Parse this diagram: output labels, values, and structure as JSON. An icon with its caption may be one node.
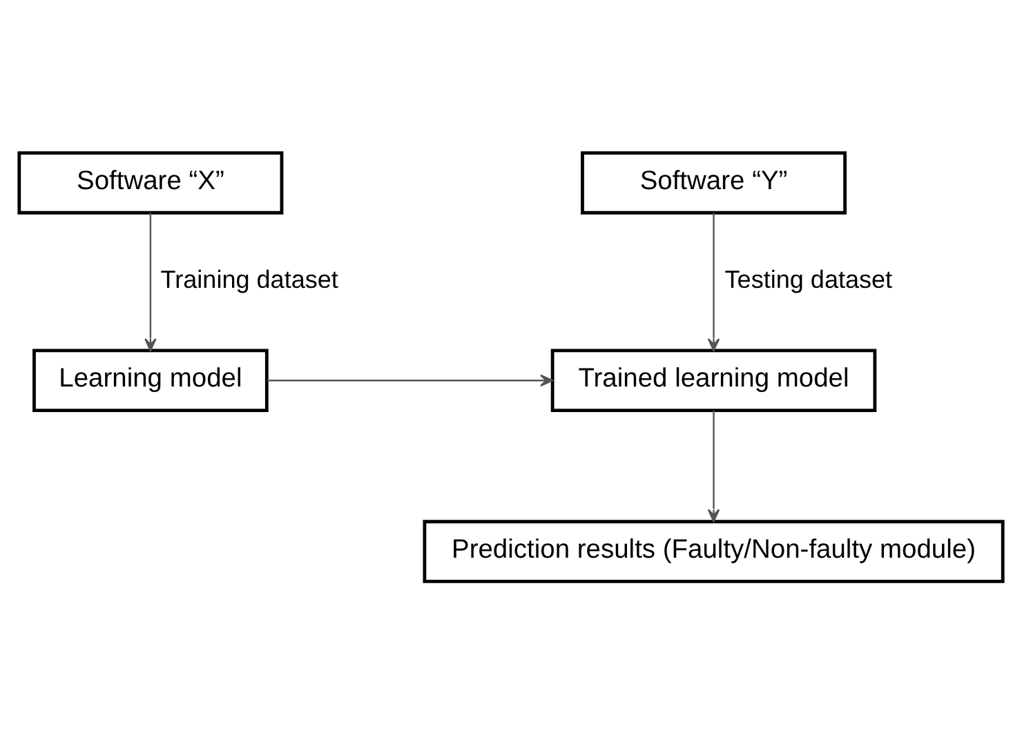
{
  "diagram": {
    "nodes": [
      {
        "text": [
          "Software “X”"
        ]
      },
      {
        "text": [
          "Software “Y”"
        ]
      },
      {
        "text": [
          "Learning model"
        ]
      },
      {
        "text": [
          "Trained learning model"
        ]
      },
      {
        "text": [
          "Prediction results (Faulty/Non-faulty module)"
        ]
      }
    ],
    "edges": [
      {
        "from": 0,
        "to": 2,
        "arrow": "to",
        "label": "Training dataset"
      },
      {
        "from": 1,
        "to": 3,
        "arrow": "to",
        "label": "Testing dataset"
      },
      {
        "from": 2,
        "to": 3,
        "arrow": "to"
      },
      {
        "from": 3,
        "to": 4,
        "arrow": "to"
      }
    ]
  }
}
